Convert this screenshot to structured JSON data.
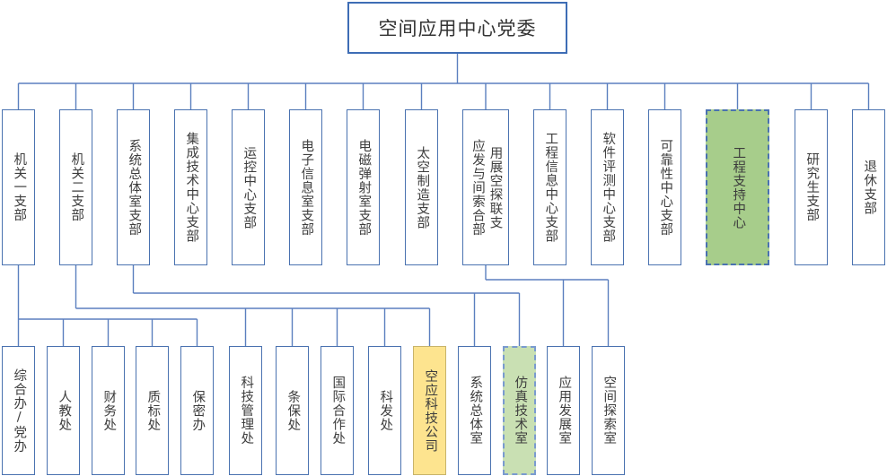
{
  "root": "空间应用中心党委",
  "branches": [
    {
      "id": "b1",
      "label": "机关一支部"
    },
    {
      "id": "b2",
      "label": "机关二支部"
    },
    {
      "id": "b3",
      "label": "系统总体室支部"
    },
    {
      "id": "b4",
      "label": "集成技术中心支部"
    },
    {
      "id": "b5",
      "label": "运控中心支部"
    },
    {
      "id": "b6",
      "label": "电子信息室支部"
    },
    {
      "id": "b7",
      "label": "电磁弹射室支部"
    },
    {
      "id": "b8",
      "label": "太空制造支部"
    },
    {
      "id": "b9",
      "label": "应用发展与空间探索联合支部",
      "cols": [
        "应发与间索合部",
        "用展空探联支"
      ]
    },
    {
      "id": "b10",
      "label": "工程信息中心支部"
    },
    {
      "id": "b11",
      "label": "软件评测中心支部"
    },
    {
      "id": "b12",
      "label": "可靠性中心支部"
    },
    {
      "id": "b13",
      "label": "工程支持中心",
      "style": "green"
    },
    {
      "id": "b14",
      "label": "研究生支部"
    },
    {
      "id": "b15",
      "label": "退休支部"
    }
  ],
  "units": [
    {
      "id": "u1",
      "label": "综合办/党办"
    },
    {
      "id": "u2",
      "label": "人教处"
    },
    {
      "id": "u3",
      "label": "财务处"
    },
    {
      "id": "u4",
      "label": "质标处"
    },
    {
      "id": "u5",
      "label": "保密办"
    },
    {
      "id": "u6",
      "label": "科技管理处"
    },
    {
      "id": "u7",
      "label": "条保处"
    },
    {
      "id": "u8",
      "label": "国际合作处"
    },
    {
      "id": "u9",
      "label": "科发处"
    },
    {
      "id": "u10",
      "label": "空应科技公司",
      "style": "yellow"
    },
    {
      "id": "u11",
      "label": "系统总体室"
    },
    {
      "id": "u12",
      "label": "仿真技术室",
      "style": "green2"
    },
    {
      "id": "u13",
      "label": "应用发展室"
    },
    {
      "id": "u14",
      "label": "空间探索室"
    }
  ],
  "colors": {
    "line": "#5b7fbf",
    "border": "#4a72b0",
    "green": "#a7cd8b",
    "light_green": "#c9e0b3",
    "yellow": "#fde48f"
  }
}
